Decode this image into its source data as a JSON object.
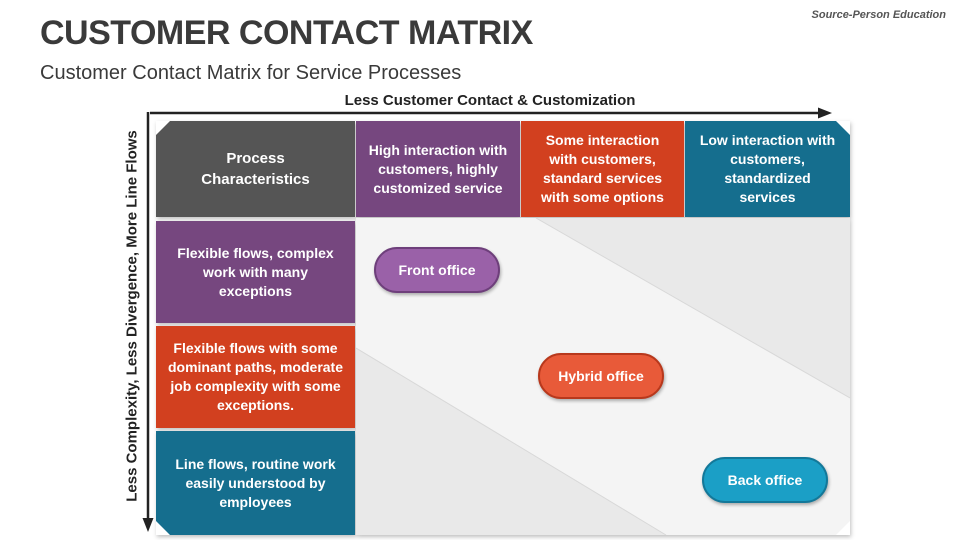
{
  "header": {
    "title": "CUSTOMER CONTACT MATRIX",
    "subtitle": "Customer Contact Matrix for Service Processes",
    "source": "Source-Person Education"
  },
  "axes": {
    "horizontal_label": "Less Customer Contact & Customization",
    "vertical_label": "Less Complexity, Less Divergence, More Line Flows"
  },
  "matrix": {
    "corner_label": "Process Characteristics",
    "columns": [
      {
        "label": "High interaction with customers, highly customized service",
        "color": "#76477f"
      },
      {
        "label": "Some interaction with customers, standard services with some options",
        "color": "#d2401f"
      },
      {
        "label": "Low interaction with customers, standardized services",
        "color": "#156e8e"
      }
    ],
    "rows": [
      {
        "label": "Flexible flows, complex work with many exceptions",
        "color": "#76477f"
      },
      {
        "label": "Flexible flows with some dominant paths, moderate job complexity with some exceptions.",
        "color": "#d2401f"
      },
      {
        "label": "Line flows, routine work easily understood by employees",
        "color": "#156e8e"
      }
    ],
    "offices": [
      {
        "label": "Front office",
        "color": "#9a61a8"
      },
      {
        "label": "Hybrid office",
        "color": "#e85a39"
      },
      {
        "label": "Back office",
        "color": "#1b9fc6"
      }
    ],
    "corner_color": "#555555"
  }
}
